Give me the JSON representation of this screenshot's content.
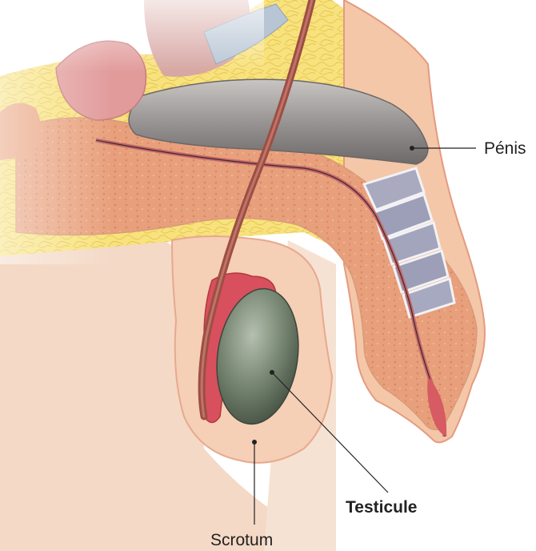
{
  "labels": {
    "penis": "Pénis",
    "testicule": "Testicule",
    "scrotum": "Scrotum"
  },
  "colors": {
    "skin": "#f2d2bd",
    "fat": "#f7e07a",
    "spongy_tissue": "#e7a07d",
    "corpus": "#9a9696",
    "testis": "#6f7e6c",
    "epididymis": "#d8505d",
    "vas_deferens": "#9b4f45",
    "urethra": "#c4676b",
    "leader": "#222222"
  }
}
